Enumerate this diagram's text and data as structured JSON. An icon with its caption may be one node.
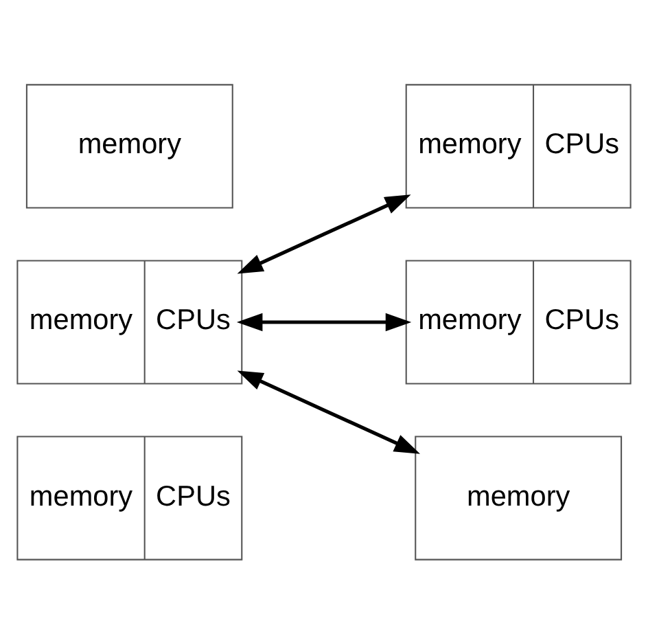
{
  "diagram": {
    "nodes": [
      {
        "text": [
          "memory",
          "CPUs"
        ]
      },
      {
        "text": [
          "memory",
          "CPUs"
        ]
      },
      {
        "text": [
          "memory",
          "CPUs"
        ]
      },
      {
        "text": [
          "memory",
          "CPUs"
        ]
      },
      {
        "text": [
          "memory"
        ]
      },
      {
        "text": [
          "memory"
        ]
      }
    ],
    "edges": [
      {
        "from": 2,
        "to": 1,
        "arrow": "both"
      },
      {
        "from": 2,
        "to": 3,
        "arrow": "both"
      },
      {
        "from": 2,
        "to": 5,
        "arrow": "both"
      }
    ]
  }
}
